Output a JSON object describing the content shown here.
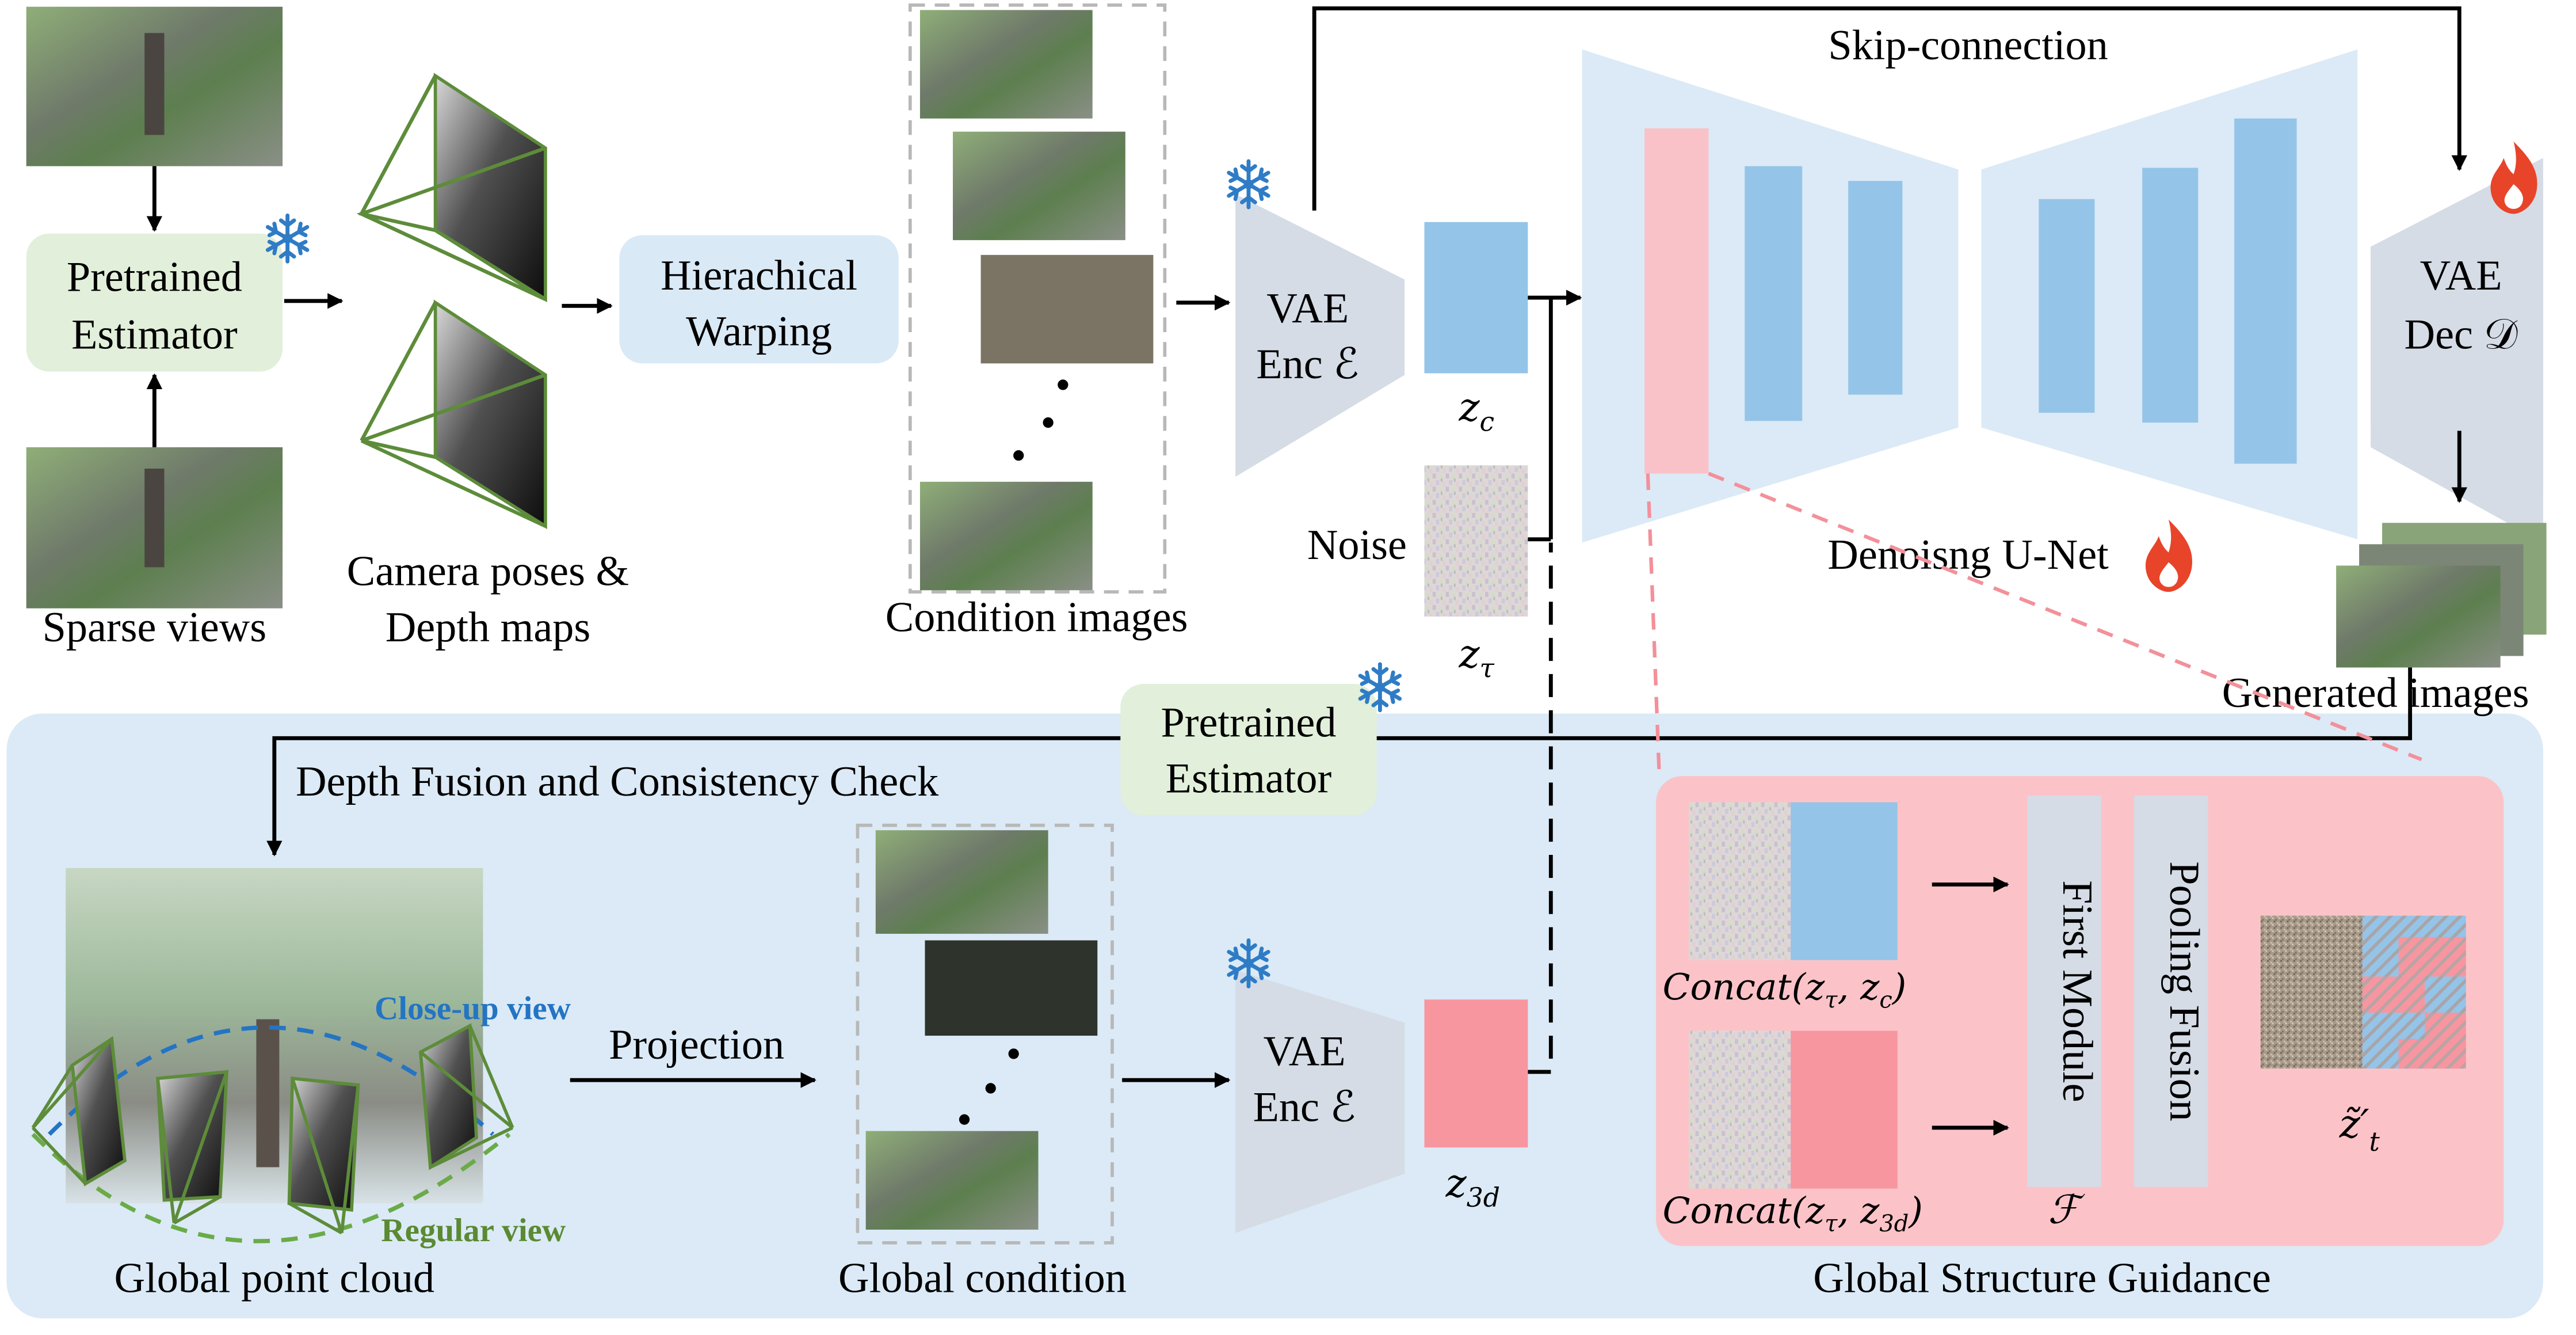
{
  "diagram": {
    "top_pipeline": {
      "sparse_views_label": "Sparse views",
      "pretrained_estimator_label_line1": "Pretrained",
      "pretrained_estimator_label_line2": "Estimator",
      "camera_label_line1": "Camera poses &",
      "camera_label_line2": "Depth maps",
      "hierarchical_warping_line1": "Hierachical",
      "hierarchical_warping_line2": "Warping",
      "condition_images_label": "Condition images",
      "vae_enc_line1": "VAE",
      "vae_enc_line2": "Enc ℰ",
      "zc_label": "z",
      "zc_sub": "c",
      "noise_label": "Noise",
      "ztau_label": "z",
      "ztau_sub": "τ",
      "skip_connection_label": "Skip-connection",
      "unet_label": "Denoisng U-Net",
      "vae_dec_line1": "VAE",
      "vae_dec_line2": "Dec 𝒟",
      "generated_images_label": "Generated images"
    },
    "bottom_panel": {
      "pretrained_estimator_line1": "Pretrained",
      "pretrained_estimator_line2": "Estimator",
      "depth_fusion_label": "Depth Fusion and Consistency Check",
      "close_up_view_label": "Close-up view",
      "regular_view_label": "Regular view",
      "global_point_cloud_label": "Global point cloud",
      "projection_label": "Projection",
      "global_condition_label": "Global condition",
      "vae_enc_line1": "VAE",
      "vae_enc_line2": "Enc ℰ",
      "z3d_label": "z",
      "z3d_sub": "3d"
    },
    "guidance_panel": {
      "concat_c_label": "Concat(z",
      "concat_c_tau": "τ",
      "concat_c_mid": ", z",
      "concat_c_sub": "c",
      "concat_c_end": ")",
      "concat_3d_label": "Concat(z",
      "concat_3d_tau": "τ",
      "concat_3d_mid": ", z",
      "concat_3d_sub": "3d",
      "concat_3d_end": ")",
      "first_module_label": "First  Module",
      "f_label": "ℱ",
      "pooling_fusion_label": "Pooling Fusion",
      "zt_label": "z̃′",
      "zt_sub": "t",
      "title": "Global Structure Guidance"
    },
    "icons": {
      "frozen": "snowflake-icon",
      "trainable": "fire-icon"
    },
    "colors": {
      "estimator_green": "#e2efda",
      "warping_blue": "#dae9f6",
      "panel_blue": "#dbeaf6",
      "unet_blue": "#dbeaf6",
      "feature_blue": "#94c4e8",
      "feature_pink": "#f9c2c8",
      "z3d_pink": "#f7969f",
      "vae_gray": "#d5dce6",
      "guidance_pink": "#fbc3c8",
      "snowflake_blue": "#2f7cc6",
      "frustum_green": "#5d8c3a"
    }
  }
}
